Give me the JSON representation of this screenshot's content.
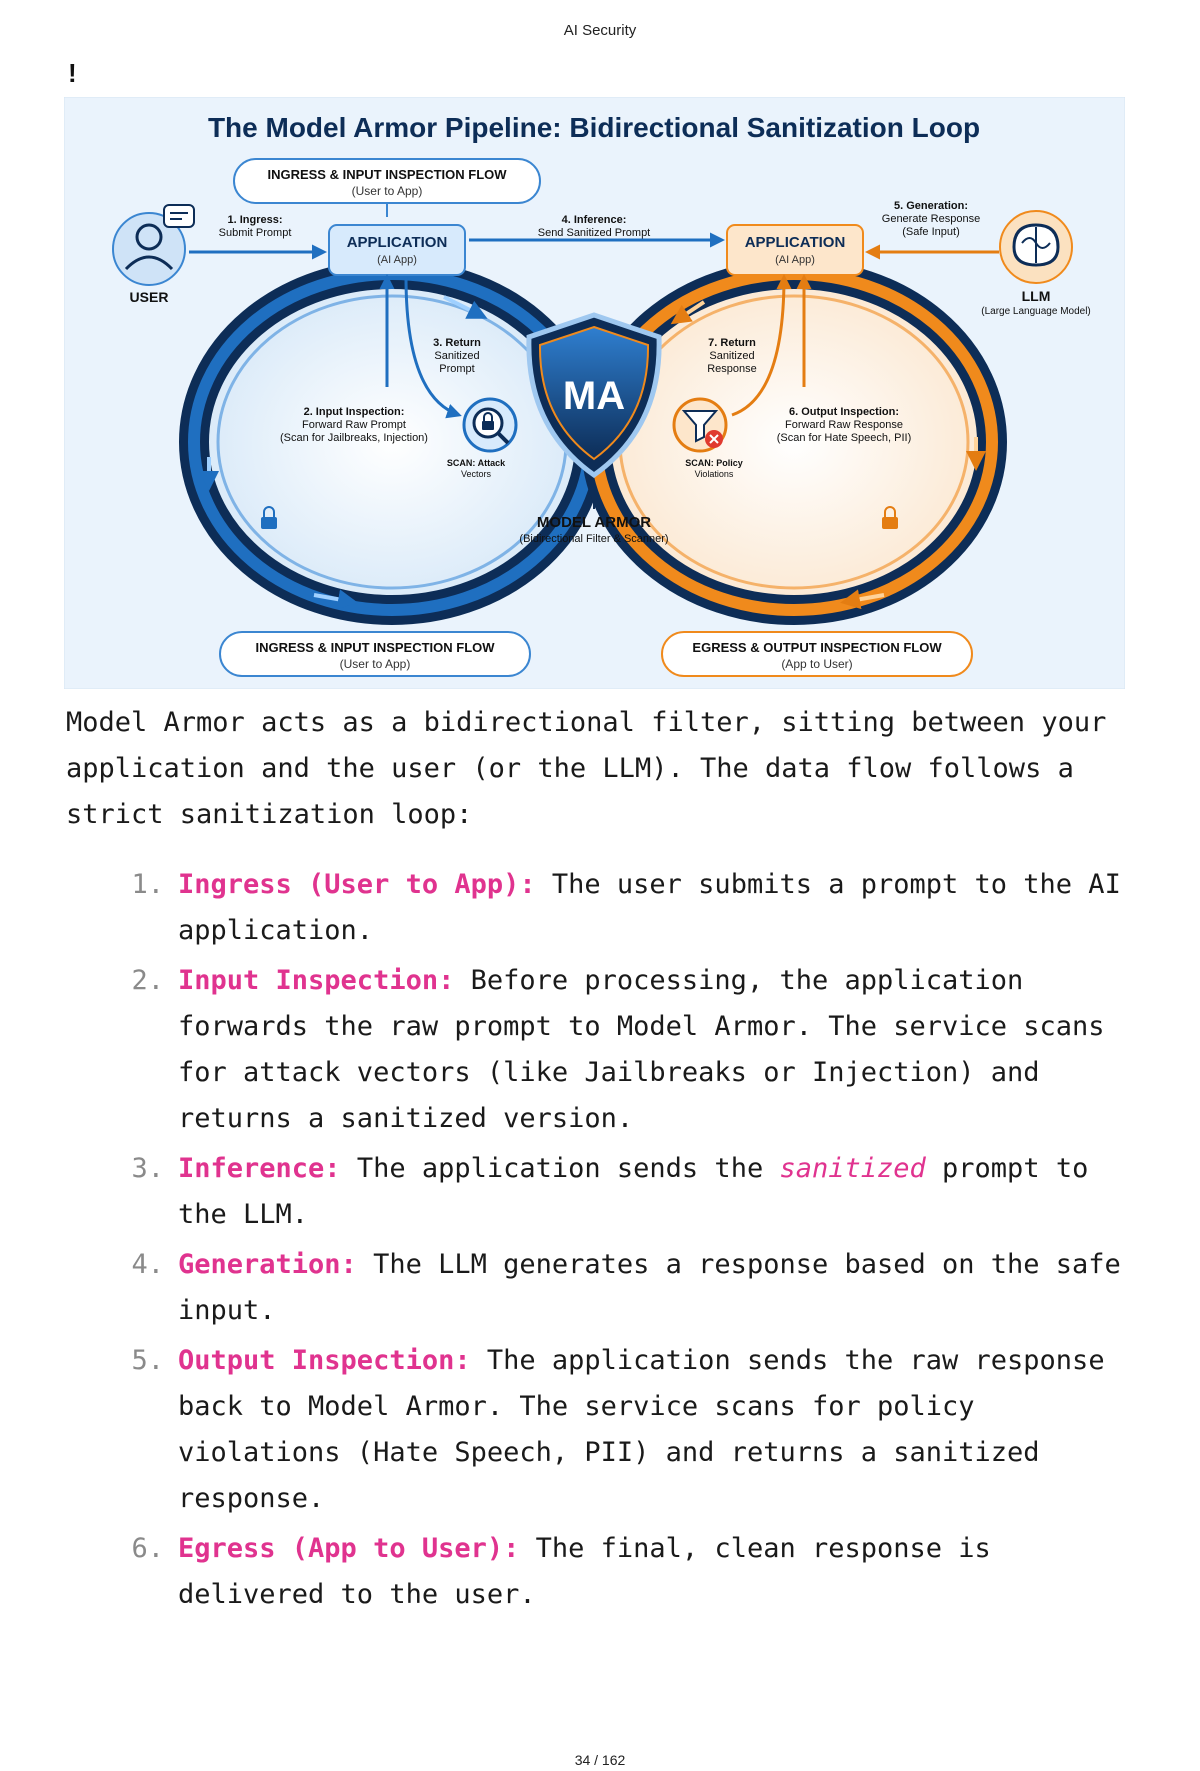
{
  "header": {
    "running_title": "AI Security"
  },
  "stray_mark": "!",
  "figure": {
    "title": "The Model Armor Pipeline: Bidirectional Sanitization Loop",
    "top_flow_label": {
      "title": "INGRESS & INPUT INSPECTION FLOW",
      "sub": "(User to App)"
    },
    "user_label": "USER",
    "llm_label": "LLM",
    "llm_sub": "(Large Language Model)",
    "app_left": {
      "title": "APPLICATION",
      "sub": "(AI App)"
    },
    "app_right": {
      "title": "APPLICATION",
      "sub": "(AI App)"
    },
    "step1": {
      "title": "1. Ingress:",
      "line1": "Submit Prompt"
    },
    "step4": {
      "title": "4. Inference:",
      "line1": "Send Sanitized Prompt"
    },
    "step5": {
      "title": "5. Generation:",
      "line1": "Generate Response",
      "line2": "(Safe Input)"
    },
    "step3": {
      "title": "3. Return",
      "line1": "Sanitized",
      "line2": "Prompt"
    },
    "step7": {
      "title": "7. Return",
      "line1": "Sanitized",
      "line2": "Response"
    },
    "step2": {
      "title": "2. Input Inspection:",
      "line1": "Forward Raw Prompt",
      "line2": "(Scan for Jailbreaks, Injection)"
    },
    "step6": {
      "title": "6. Output Inspection:",
      "line1": "Forward Raw Response",
      "line2": "(Scan for Hate Speech, PII)"
    },
    "scan_left": {
      "line1": "SCAN: Attack",
      "line2": "Vectors"
    },
    "scan_right": {
      "line1": "SCAN: Policy",
      "line2": "Violations"
    },
    "shield_text": "MA",
    "model_armor": {
      "title": "MODEL ARMOR",
      "sub": "(Bidirectional Filter & Scanner)"
    },
    "bottom_left_flow": {
      "title": "INGRESS & INPUT INSPECTION FLOW",
      "sub": "(User to App)"
    },
    "bottom_right_flow": {
      "title": "EGRESS & OUTPUT INSPECTION FLOW",
      "sub": "(App to User)"
    },
    "colors": {
      "blue": "#1f5fa8",
      "navy": "#0d2d57",
      "orange": "#f08a1c",
      "bg": "#e9f2fb"
    }
  },
  "body": {
    "intro": "Model Armor acts as a bidirectional filter, sitting between your application and the user (or the LLM). The data flow follows a strict sanitization loop:",
    "steps": [
      {
        "number": "1.",
        "term": "Ingress (User to App):",
        "text": " The user submits a prompt to the AI application."
      },
      {
        "number": "2.",
        "term": "Input Inspection:",
        "text": " Before processing, the application forwards the raw prompt to Model Armor. The service scans for attack vectors (like Jailbreaks or Injection) and returns a sanitized version."
      },
      {
        "number": "3.",
        "term": "Inference:",
        "text": " The application sends the ",
        "emphasis": "sanitized",
        "text_after": " prompt to the LLM."
      },
      {
        "number": "4.",
        "term": "Generation:",
        "text": " The LLM generates a response based on the safe input."
      },
      {
        "number": "5.",
        "term": "Output Inspection:",
        "text": " The application sends the raw response back to Model Armor. The service scans for policy violations (Hate Speech, PII) and returns a sanitized response."
      },
      {
        "number": "6.",
        "term": "Egress (App to User):",
        "text": " The final, clean response is delivered to the user."
      }
    ]
  },
  "footer": {
    "page_number": "34 / 162"
  }
}
